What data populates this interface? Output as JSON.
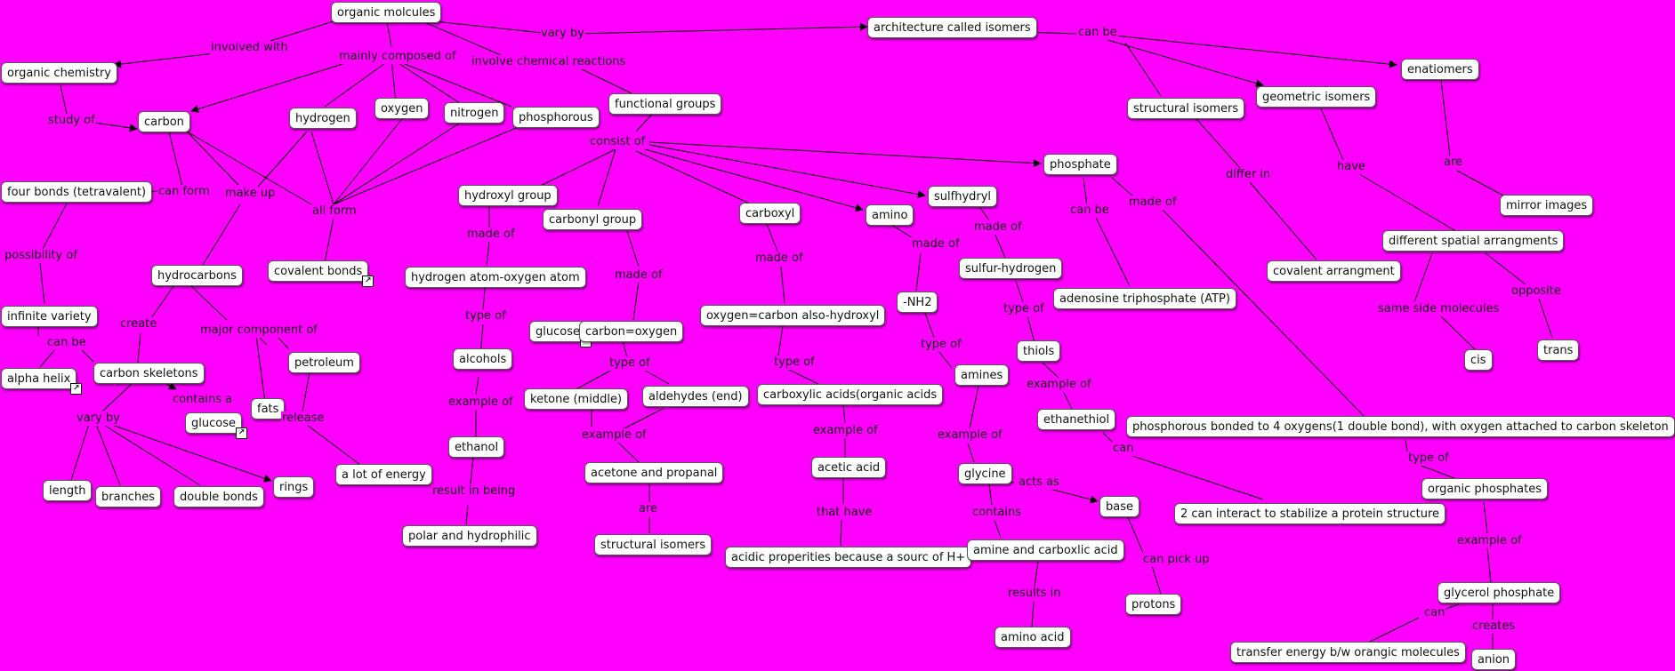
{
  "nodes": {
    "organic_molcules": "organic molcules",
    "architecture": "architecture called isomers",
    "organic_chemistry": "organic chemistry",
    "carbon": "carbon",
    "hydrogen": "hydrogen",
    "oxygen": "oxygen",
    "nitrogen": "nitrogen",
    "phosphorous": "phosphorous",
    "functional_groups": "functional groups",
    "enatiomers": "enatiomers",
    "geometric_isomers": "geometric isomers",
    "structural_isomers_top": "structural isomers",
    "four_bonds": "four bonds (tetravalent)",
    "phosphate": "phosphate",
    "sulfhydryl": "sulfhydryl",
    "hydroxyl_group": "hydroxyl group",
    "carbonyl_group": "carbonyl group",
    "carboxyl": "carboxyl",
    "amino": "amino",
    "mirror_images": "mirror images",
    "different_spatial": "different spatial arrangments",
    "covalent_bonds": "covalent bonds",
    "hydrocarbons": "hydrocarbons",
    "hydrogen_oxygen_atom": "hydrogen atom-oxygen atom",
    "sulfur_hydrogen": "sulfur-hydrogen",
    "covalent_arrangment": "covalent arrangment",
    "infinite_variety": "infinite variety",
    "atp": "adenosine triphosphate (ATP)",
    "nh2": "-NH2",
    "oxygen_carbon_hydroxyl": "oxygen=carbon also-hydroxyl",
    "glucose_mid": "glucose",
    "carbon_oxygen": "carbon=oxygen",
    "petroleum": "petroleum",
    "thiols": "thiols",
    "cis": "cis",
    "trans": "trans",
    "alcohols": "alcohols",
    "carbon_skeletons": "carbon skeletons",
    "alpha_helix": "alpha helix",
    "amines": "amines",
    "ketone": "ketone (middle)",
    "aldehydes": "aldehydes (end)",
    "carboxylic_acids": "carboxylic acids(organic acids",
    "fats": "fats",
    "glucose_left": "glucose",
    "ethanethiol": "ethanethiol",
    "phosphorous_bonded": "phosphorous bonded to 4 oxygens(1 double bond), with oxygen attached to carbon skeleton",
    "ethanol": "ethanol",
    "acetic_acid": "acetic acid",
    "acetone_propanal": "acetone and propanal",
    "a_lot_of_energy": "a lot of energy",
    "glycine": "glycine",
    "rings": "rings",
    "length": "length",
    "branches": "branches",
    "double_bonds": "double bonds",
    "organic_phosphates": "organic phosphates",
    "base": "base",
    "can_interact": "2 can interact to stabilize a protein structure",
    "polar_hydrophilic": "polar and hydrophilic",
    "structural_isomers_bottom": "structural isomers",
    "acidic_properities": "acidic properities because a sourc of H+",
    "amine_carboxlic": "amine and carboxlic acid",
    "glycerol_phosphate": "glycerol phosphate",
    "protons": "protons",
    "amino_acid": "amino acid",
    "transfer_energy": "transfer energy b/w orangic molecules",
    "anion": "anion"
  },
  "labels": {
    "involved_with": "involved with",
    "mainly_composed_of": "mainly composed of",
    "vary_by_top": "vary by",
    "involve_chemical_reactions": "involve chemical reactions",
    "can_be_top": "can be",
    "study_of": "study of",
    "consist_of": "consist of",
    "can_form": "can form",
    "make_up": "make up",
    "all_form": "all form",
    "differ_in": "differ in",
    "have": "have",
    "are_top": "are",
    "made_of_phosphate": "made of",
    "can_be_phosphate": "can be",
    "made_of_sulfhydryl": "made of",
    "made_of_hydroxyl": "made of",
    "made_of_amino": "made of",
    "made_of_carboxyl": "made of",
    "possibility_of": "possibility of",
    "made_of_carbonyl": "made of",
    "opposite": "opposite",
    "same_side_molecules": "same side molecules",
    "type_of_sulfur": "type of",
    "type_of_hydroxyl": "type of",
    "major_component_of": "major component of",
    "create": "create",
    "can_be_left": "can be",
    "type_of_nh2": "type of",
    "type_of_carbonyl": "type of",
    "type_of_carboxyl": "type of",
    "example_of_thiols": "example of",
    "contains_a": "contains a",
    "example_of_alcohols": "example of",
    "release": "release",
    "vary_by_left": "vary by",
    "example_of_ketone": "example of",
    "example_of_carboxylic": "example of",
    "example_of_amines": "example of",
    "can_ethanethiol": "can",
    "type_of_phosphorous": "type of",
    "acts_as": "acts as",
    "result_in_being": "result in being",
    "are_bottom": "are",
    "that_have": "that have",
    "contains_glycine": "contains",
    "example_of_organic_phosphates": "example of",
    "can_pick_up": "can pick up",
    "results_in": "results in",
    "can_glycerol": "can",
    "creates": "creates"
  },
  "colors": {
    "background": "#ff00ff",
    "node_fill": "#ffffff",
    "line": "#000000"
  },
  "icons": {
    "external_link": "external-link-icon"
  }
}
